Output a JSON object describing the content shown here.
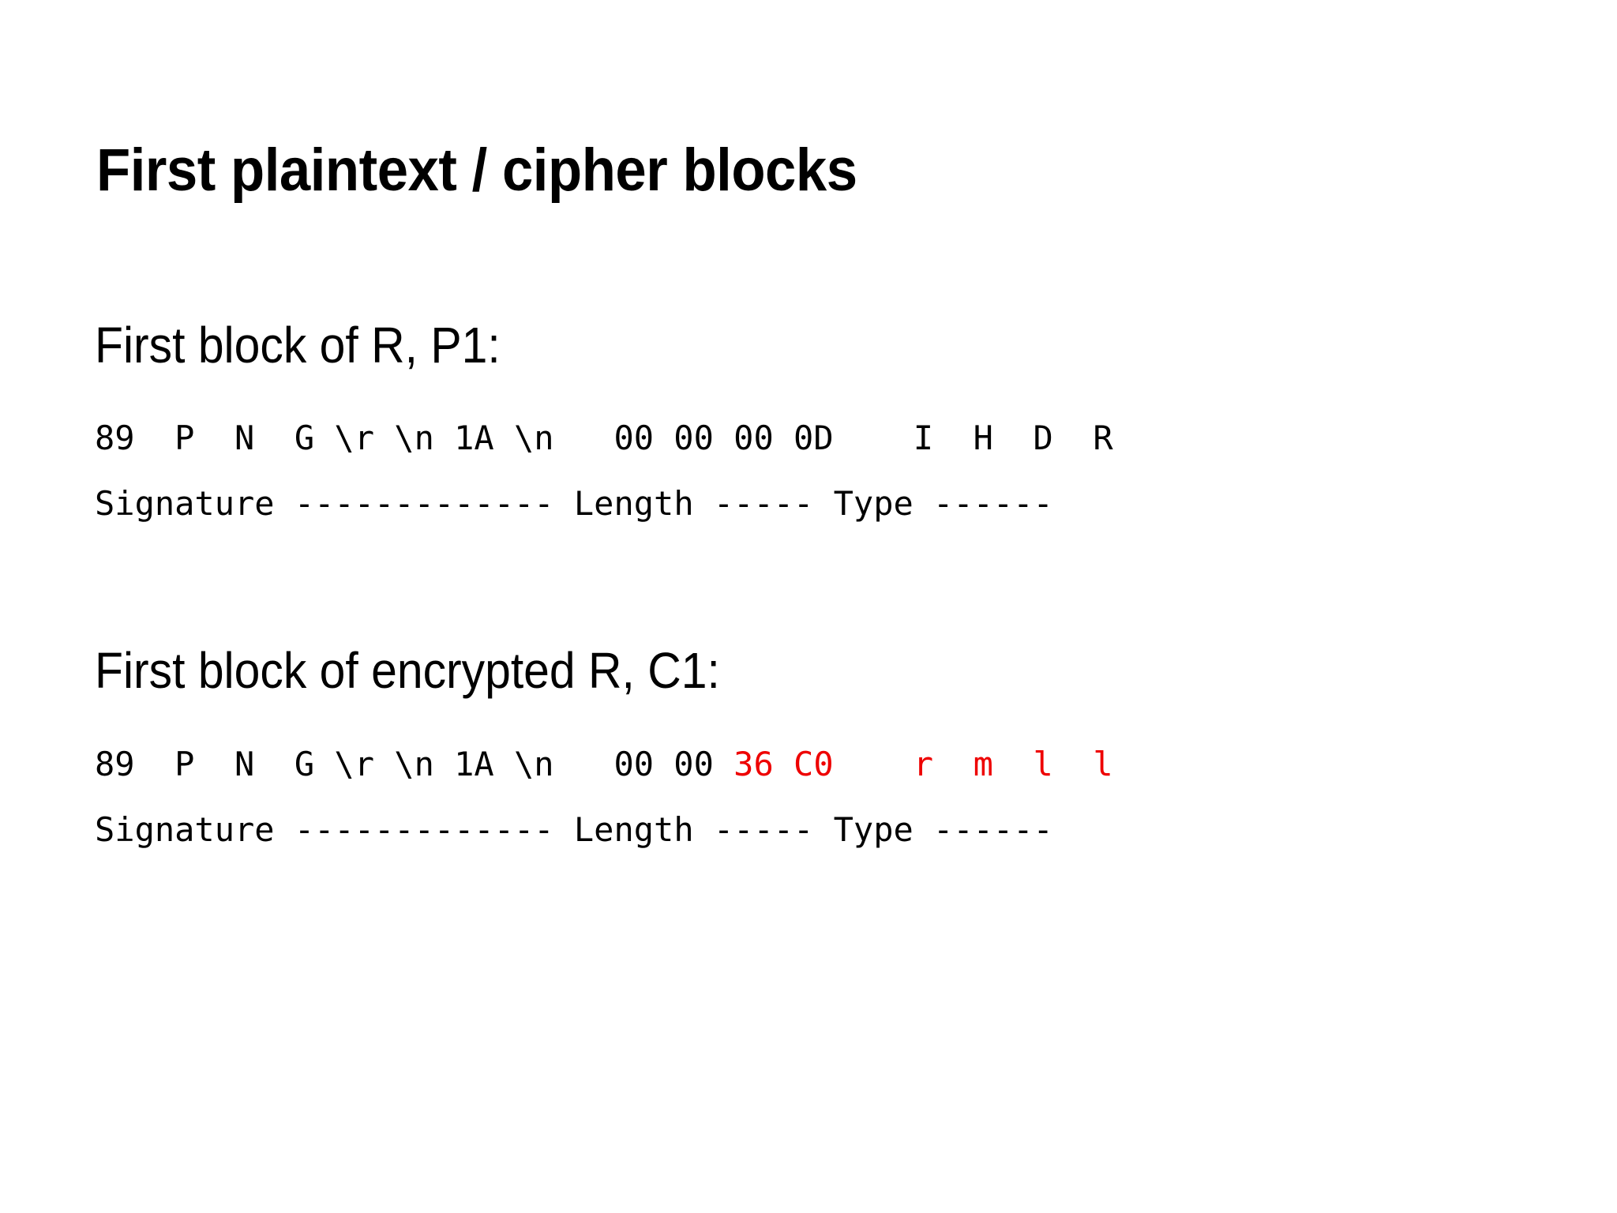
{
  "slide": {
    "title": "First plaintext / cipher blocks",
    "background_color": "#ffffff",
    "text_color": "#000000",
    "highlight_color": "#ee0000"
  },
  "sections": [
    {
      "heading": "First block of R, P1:",
      "bytes_row": {
        "signature": "89  P  N  G \\r \\n 1A \\n",
        "gap1": "   ",
        "length": "00 00 00 0D",
        "gap2": "   ",
        "type": " I  H  D  R"
      },
      "labels_row": {
        "signature": "Signature -------------",
        "gap1": " ",
        "length": "Length -----",
        "gap2": " ",
        "type": "Type ------"
      }
    },
    {
      "heading": "First block of encrypted R, C1:",
      "bytes_row": {
        "signature": "89  P  N  G \\r \\n 1A \\n",
        "gap1": "   ",
        "length_black": "00 00 ",
        "length_red": "36 C0",
        "gap2": "   ",
        "type_red": " r  m  l  l"
      },
      "labels_row": {
        "signature": "Signature -------------",
        "gap1": " ",
        "length": "Length -----",
        "gap2": " ",
        "type": "Type ------"
      }
    }
  ]
}
